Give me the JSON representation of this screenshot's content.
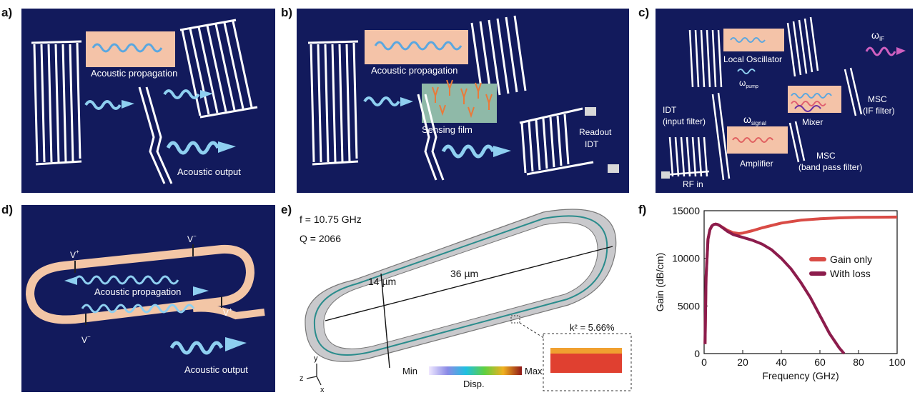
{
  "panels": {
    "a": {
      "label": "a)",
      "texts": {
        "propagation": "Acoustic propagation",
        "output": "Acoustic output"
      }
    },
    "b": {
      "label": "b)",
      "texts": {
        "propagation": "Acoustic propagation",
        "sensing": "Sensing film",
        "readout1": "Readout",
        "readout2": "IDT"
      }
    },
    "c": {
      "label": "c)",
      "texts": {
        "local_osc": "Local Oscillator",
        "omega_pump": "ω",
        "pump_sub": "pump",
        "omega_if": "ω",
        "if_sub": "IF",
        "omega_signal": "ω",
        "signal_sub": "signal",
        "idt1": "IDT",
        "idt2": "(input filter)",
        "mixer": "Mixer",
        "msc_if1": "MSC",
        "msc_if2": "(IF filter)",
        "amplifier": "Amplifier",
        "msc_bp1": "MSC",
        "msc_bp2": "(band pass filter)",
        "rf_in": "RF in"
      }
    },
    "d": {
      "label": "d)",
      "texts": {
        "vplus1": "V",
        "vplus1_sup": "+",
        "vminus1": "V",
        "vminus1_sup": "−",
        "vplus2": "V",
        "vplus2_sup": "+",
        "vminus2": "V",
        "vminus2_sup": "−",
        "propagation": "Acoustic propagation",
        "output": "Acoustic output"
      }
    },
    "e": {
      "label": "e)",
      "texts": {
        "freq": "f = 10.75 GHz",
        "q": "Q = 2066",
        "width": "14 µm",
        "length": "36 µm",
        "k2": "k² = 5.66%",
        "min": "Min",
        "max": "Max",
        "disp": "Disp.",
        "axis_y": "y",
        "axis_z": "z",
        "axis_x": "x"
      }
    },
    "f": {
      "label": "f)"
    }
  },
  "colors": {
    "panel_bg": "#121a5c",
    "wave": "#8ecff0",
    "propagation_box": "#f4c3a8",
    "sensing_box": "#8fb9a8",
    "gain_only": "#d94b45",
    "with_loss": "#8c1c4c",
    "racetrack": "#f3c6a6"
  },
  "chart_data": {
    "type": "line",
    "xlabel": "Frequency (GHz)",
    "ylabel": "Gain (dB/cm)",
    "xlim": [
      0,
      100
    ],
    "ylim": [
      0,
      15000
    ],
    "xticks": [
      0,
      20,
      40,
      60,
      80,
      100
    ],
    "yticks": [
      0,
      5000,
      10000,
      15000
    ],
    "legend_position": "right",
    "series": [
      {
        "name": "Gain only",
        "color": "#d94b45",
        "x": [
          0.5,
          1,
          2,
          3,
          4,
          5,
          6,
          7,
          8,
          10,
          12,
          15,
          18,
          20,
          25,
          30,
          40,
          50,
          60,
          70,
          80,
          90,
          100
        ],
        "y": [
          1000,
          8000,
          12000,
          13000,
          13400,
          13550,
          13600,
          13550,
          13450,
          13200,
          12950,
          12700,
          12600,
          12650,
          12900,
          13200,
          13700,
          14000,
          14150,
          14250,
          14300,
          14320,
          14330
        ]
      },
      {
        "name": "With loss",
        "color": "#8c1c4c",
        "x": [
          0.5,
          1,
          2,
          3,
          4,
          5,
          6,
          7,
          8,
          10,
          12,
          15,
          20,
          25,
          30,
          35,
          40,
          45,
          50,
          55,
          60,
          65,
          70,
          72.5
        ],
        "y": [
          1000,
          8000,
          12000,
          13000,
          13400,
          13550,
          13600,
          13550,
          13450,
          13150,
          12850,
          12500,
          12200,
          11900,
          11500,
          10900,
          10000,
          8900,
          7500,
          5900,
          4000,
          2100,
          600,
          0
        ]
      }
    ]
  }
}
